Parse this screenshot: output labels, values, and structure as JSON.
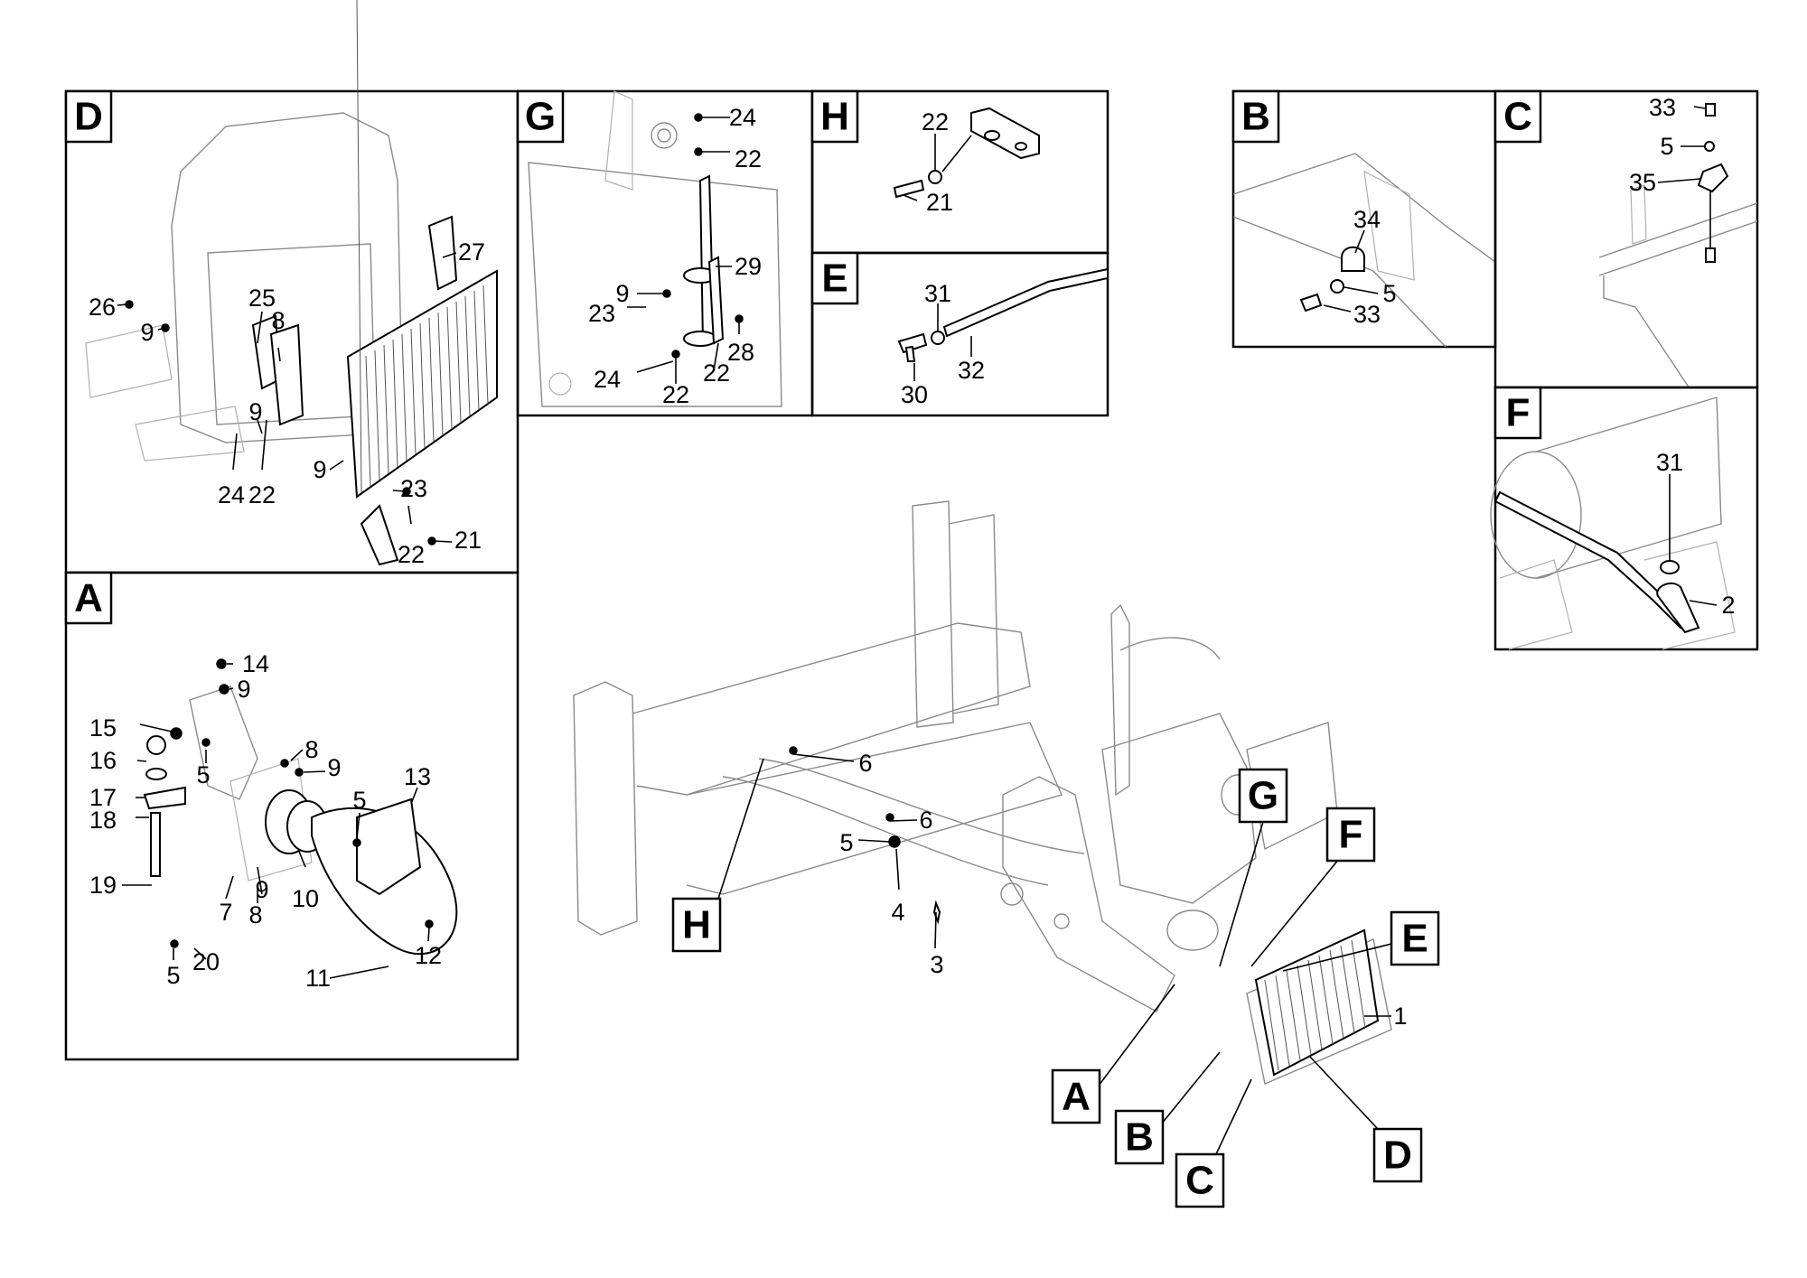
{
  "panels": {
    "D": "D",
    "G": "G",
    "H": "H",
    "E": "E",
    "A": "A",
    "B": "B",
    "C": "C",
    "F": "F"
  },
  "callouts": {
    "D": [
      "26",
      "9",
      "25",
      "8",
      "27",
      "9",
      "9",
      "24",
      "22",
      "23",
      "22",
      "21"
    ],
    "G": [
      "24",
      "22",
      "29",
      "9",
      "23",
      "28",
      "24",
      "22",
      "22"
    ],
    "H": [
      "22",
      "21"
    ],
    "E": [
      "31",
      "32",
      "30"
    ],
    "A": [
      "14",
      "9",
      "15",
      "5",
      "16",
      "8",
      "9",
      "5",
      "13",
      "17",
      "18",
      "19",
      "7",
      "9",
      "8",
      "10",
      "12",
      "5",
      "20",
      "11"
    ],
    "B": [
      "34",
      "5",
      "33"
    ],
    "C": [
      "33",
      "5",
      "35"
    ],
    "F": [
      "31",
      "2"
    ],
    "main": [
      "6",
      "6",
      "5",
      "4",
      "3",
      "1"
    ]
  },
  "location_tags": [
    "G",
    "F",
    "E",
    "H",
    "A",
    "B",
    "C",
    "D"
  ]
}
